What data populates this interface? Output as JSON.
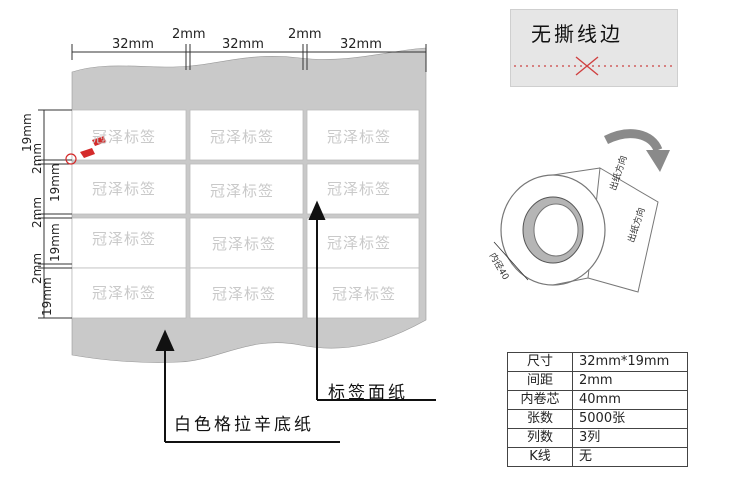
{
  "dimensions": {
    "top": [
      "32mm",
      "2mm",
      "32mm",
      "2mm",
      "32mm"
    ],
    "left": [
      "19mm",
      "2mm",
      "19mm",
      "2mm",
      "19mm",
      "2mm",
      "19mm"
    ]
  },
  "labels": {
    "grid": [
      [
        "冠泽标签",
        "冠泽标签",
        "冠泽标签"
      ],
      [
        "冠泽标签",
        "冠泽标签",
        "冠泽标签"
      ],
      [
        "冠泽标签",
        "冠泽标签",
        "冠泽标签"
      ],
      [
        "冠泽标签",
        "冠泽标签",
        "冠泽标签"
      ]
    ]
  },
  "callouts": {
    "face_paper": "标签面纸",
    "backing_paper": "白色格拉辛底纸"
  },
  "no_tear_line": {
    "title": "无撕线边"
  },
  "roll": {
    "direction_text": "出纸方向",
    "core_text": "内径40"
  },
  "spec_table": {
    "rows": [
      {
        "key": "尺寸",
        "value": "32mm*19mm"
      },
      {
        "key": "间距",
        "value": "2mm"
      },
      {
        "key": "内卷芯",
        "value": "40mm"
      },
      {
        "key": "张数",
        "value": "5000张"
      },
      {
        "key": "列数",
        "value": "3列"
      },
      {
        "key": "K线",
        "value": "无"
      }
    ]
  },
  "colors": {
    "backing": "#c9c9c9",
    "label_face": "#ffffff",
    "accent_red": "#d42a2a"
  }
}
